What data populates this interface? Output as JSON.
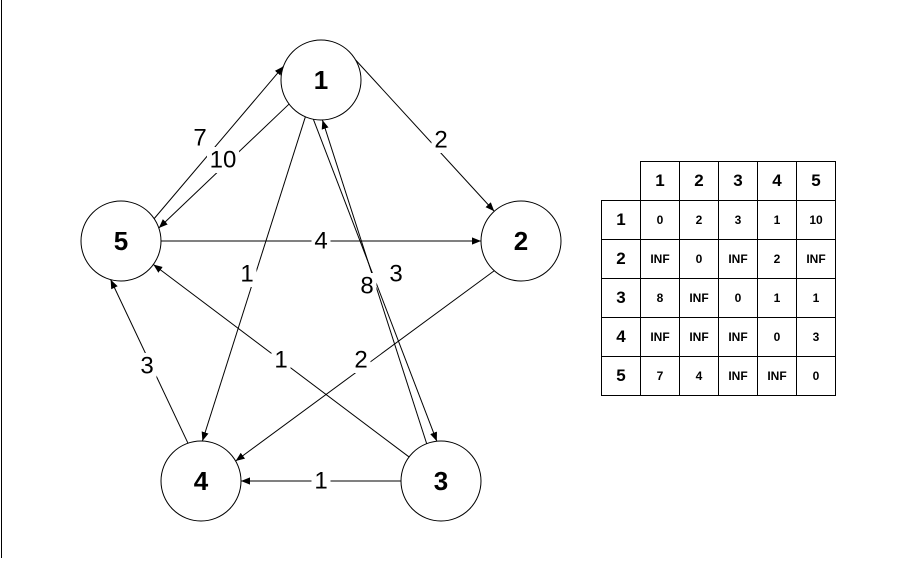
{
  "graph": {
    "nodes": [
      {
        "id": "1",
        "label": "1"
      },
      {
        "id": "2",
        "label": "2"
      },
      {
        "id": "3",
        "label": "3"
      },
      {
        "id": "4",
        "label": "4"
      },
      {
        "id": "5",
        "label": "5"
      }
    ],
    "edges": [
      {
        "from": "1",
        "to": "2",
        "weight": "2"
      },
      {
        "from": "1",
        "to": "3",
        "weight": "3"
      },
      {
        "from": "1",
        "to": "4",
        "weight": "1"
      },
      {
        "from": "1",
        "to": "5",
        "weight": "10"
      },
      {
        "from": "2",
        "to": "4",
        "weight": "2"
      },
      {
        "from": "3",
        "to": "1",
        "weight": "8"
      },
      {
        "from": "3",
        "to": "4",
        "weight": "1"
      },
      {
        "from": "3",
        "to": "5",
        "weight": "1"
      },
      {
        "from": "4",
        "to": "5",
        "weight": "3"
      },
      {
        "from": "5",
        "to": "1",
        "weight": "7"
      },
      {
        "from": "5",
        "to": "2",
        "weight": "4"
      }
    ]
  },
  "matrix": {
    "col_headers": [
      "1",
      "2",
      "3",
      "4",
      "5"
    ],
    "rows": [
      {
        "header": "1",
        "cells": [
          "0",
          "2",
          "3",
          "1",
          "10"
        ]
      },
      {
        "header": "2",
        "cells": [
          "INF",
          "0",
          "INF",
          "2",
          "INF"
        ]
      },
      {
        "header": "3",
        "cells": [
          "8",
          "INF",
          "0",
          "1",
          "1"
        ]
      },
      {
        "header": "4",
        "cells": [
          "INF",
          "INF",
          "INF",
          "0",
          "3"
        ]
      },
      {
        "header": "5",
        "cells": [
          "7",
          "4",
          "INF",
          "INF",
          "0"
        ]
      }
    ]
  }
}
